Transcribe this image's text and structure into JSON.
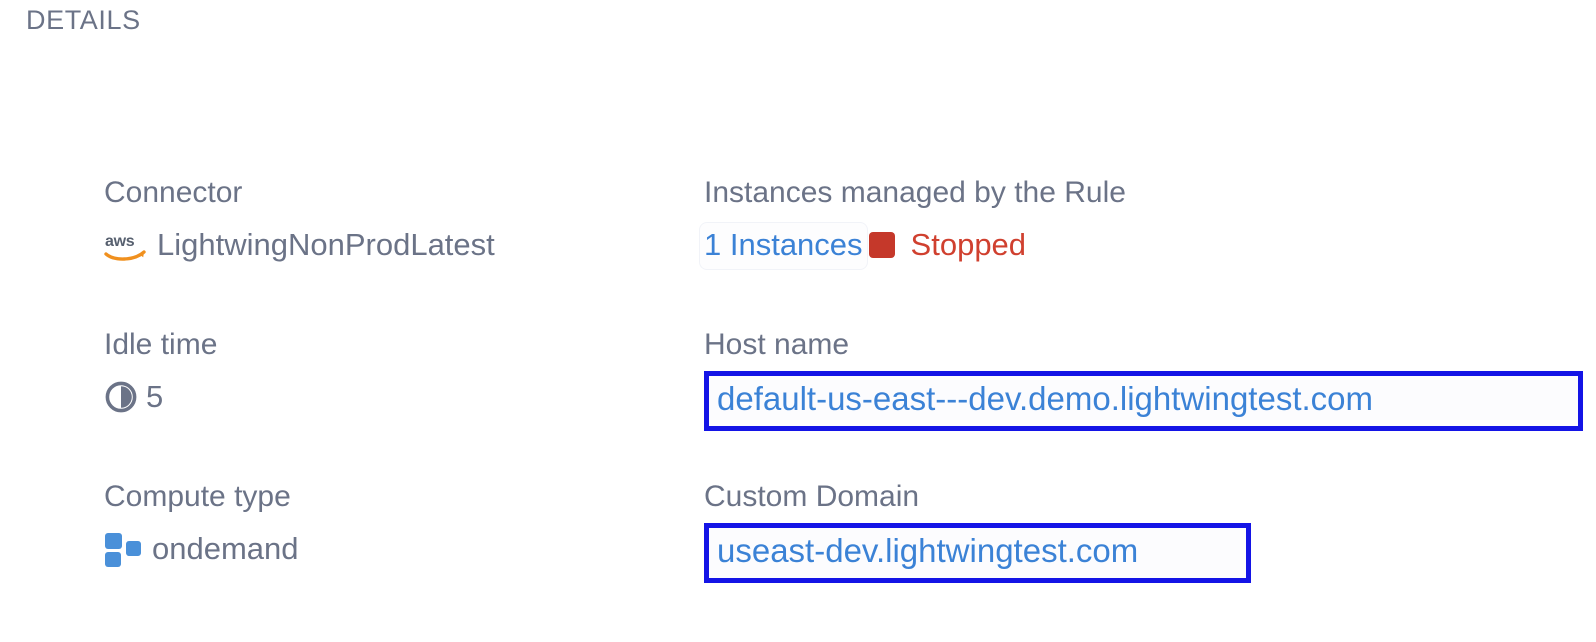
{
  "section": {
    "title": "DETAILS"
  },
  "colors": {
    "label_text": "#6b7387",
    "value_text": "#6b7387",
    "link_blue": "#3b82d6",
    "focus_border": "#1414e6",
    "status_red": "#d0402f",
    "status_square": "#c5382a",
    "compute_icon_blue": "#4a90d9",
    "aws_smile_orange": "#f0901e",
    "background": "#ffffff"
  },
  "fields": {
    "connector": {
      "label": "Connector",
      "icon": "aws-logo-icon",
      "value": "LightwingNonProdLatest"
    },
    "instances_managed": {
      "label": "Instances managed by the Rule",
      "count_label": "1 Instances",
      "status_icon": "stop-square-icon",
      "status": "Stopped"
    },
    "idle_time": {
      "label": "Idle time",
      "icon": "clock-pie-icon",
      "value": "5"
    },
    "host_name": {
      "label": "Host name",
      "value": "default-us-east---dev.demo.lightwingtest.com"
    },
    "compute_type": {
      "label": "Compute type",
      "icon": "compute-blocks-icon",
      "value": "ondemand"
    },
    "custom_domain": {
      "label": "Custom Domain",
      "value": "useast-dev.lightwingtest.com"
    }
  }
}
